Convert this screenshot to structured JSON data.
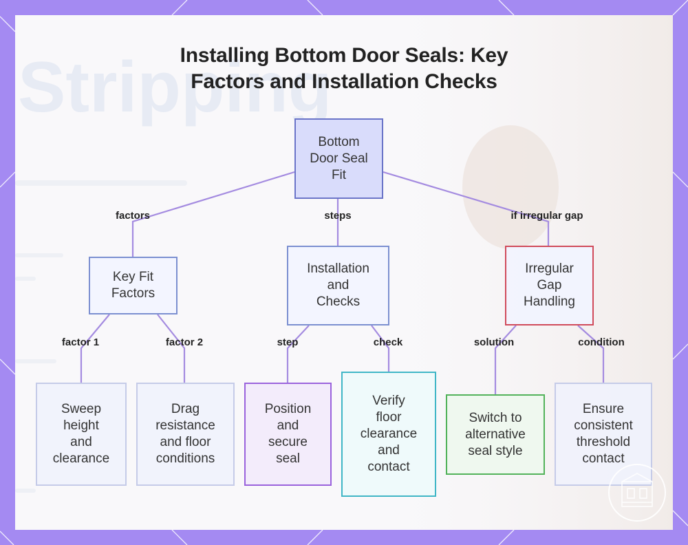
{
  "title": {
    "line1": "Installing Bottom Door Seals: Key",
    "line2": "Factors and Installation Checks"
  },
  "colors": {
    "frame": "#a48af2",
    "edge": "#a48be0",
    "root_border": "#6a74c8",
    "root_fill": "#d9dcfb",
    "default_border": "#7b8fd0",
    "irregular_border": "#d04a5a",
    "position_border": "#9a62dc",
    "verify_border": "#3fb6c6",
    "switch_border": "#52b25a"
  },
  "nodes": {
    "root": {
      "lines": [
        "Bottom",
        "Door Seal",
        "Fit"
      ]
    },
    "key_fit": {
      "lines": [
        "Key Fit",
        "Factors"
      ]
    },
    "installation": {
      "lines": [
        "Installation",
        "and",
        "Checks"
      ]
    },
    "irregular": {
      "lines": [
        "Irregular",
        "Gap",
        "Handling"
      ]
    },
    "sweep": {
      "lines": [
        "Sweep",
        "height",
        "and",
        "clearance"
      ]
    },
    "drag": {
      "lines": [
        "Drag",
        "resistance",
        "and floor",
        "conditions"
      ]
    },
    "position": {
      "lines": [
        "Position",
        "and",
        "secure",
        "seal"
      ]
    },
    "verify": {
      "lines": [
        "Verify",
        "floor",
        "clearance",
        "and",
        "contact"
      ]
    },
    "switch": {
      "lines": [
        "Switch to",
        "alternative",
        "seal style"
      ]
    },
    "ensure": {
      "lines": [
        "Ensure",
        "consistent",
        "threshold",
        "contact"
      ]
    }
  },
  "edges": {
    "factors": "factors",
    "steps": "steps",
    "irregular_gap": "if irregular gap",
    "factor1": "factor 1",
    "factor2": "factor 2",
    "step": "step",
    "check": "check",
    "solution": "solution",
    "condition": "condition"
  },
  "background_watermark": "Stripping"
}
